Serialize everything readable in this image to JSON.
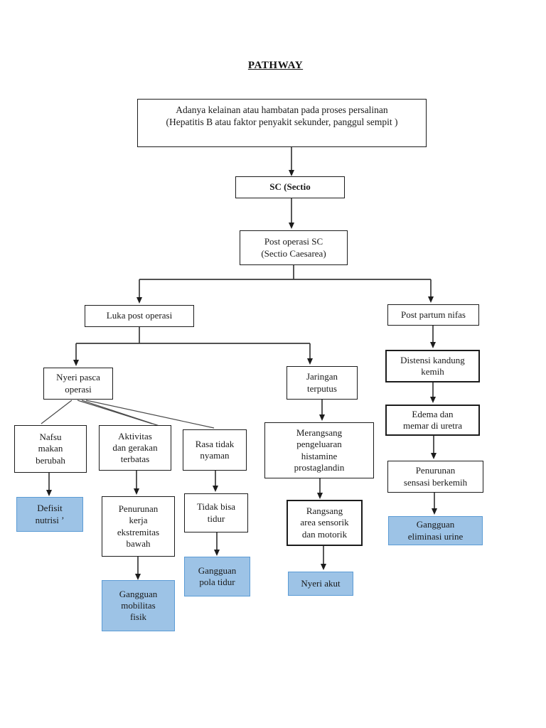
{
  "page": {
    "title": "PATHWAY"
  },
  "colors": {
    "background": "#ffffff",
    "node_border": "#1c1c1c",
    "node_fill": "#ffffff",
    "diagnosis_fill": "#9dc3e6",
    "diagnosis_border": "#5b9bd5",
    "connector": "#3a3a3a"
  },
  "nodes": [
    {
      "id": "persalinan",
      "type": "process",
      "label": "Adanya kelainan atau hambatan pada proses persalinan\n(Hepatitis B atau faktor penyakit sekunder, panggul sempit )"
    },
    {
      "id": "sc",
      "type": "process",
      "label": "SC (Sectio"
    },
    {
      "id": "post-operasi-sc",
      "type": "process",
      "label": "Post operasi SC\n(Sectio Caesarea)"
    },
    {
      "id": "luka-post-operasi",
      "type": "process",
      "label": "Luka post operasi"
    },
    {
      "id": "post-partum-nifas",
      "type": "process",
      "label": "Post partum nifas"
    },
    {
      "id": "nyeri-pasca-operasi",
      "type": "process",
      "label": "Nyeri pasca\noperasi"
    },
    {
      "id": "jaringan-terputus",
      "type": "process",
      "label": "Jaringan\nterputus"
    },
    {
      "id": "distensi-kandung",
      "type": "process",
      "label": "Distensi kandung\nkemih"
    },
    {
      "id": "nafsu-makan",
      "type": "process",
      "label": "Nafsu\nmakan\nberubah"
    },
    {
      "id": "aktivitas-terbatas",
      "type": "process",
      "label": "Aktivitas\ndan gerakan\nterbatas"
    },
    {
      "id": "rasa-tidak-nyaman",
      "type": "process",
      "label": "Rasa tidak\nnyaman"
    },
    {
      "id": "merangsang",
      "type": "process",
      "label": "Merangsang\npengeluaran\nhistamine\nprostaglandin"
    },
    {
      "id": "edema-memar",
      "type": "process",
      "label": "Edema dan\nmemar di uretra"
    },
    {
      "id": "defisit-nutrisi",
      "type": "diagnosis",
      "label": "Defisit\nnutrisi ʼ"
    },
    {
      "id": "penurunan-kerja",
      "type": "process",
      "label": "Penurunan\nkerja\nekstremitas\nbawah"
    },
    {
      "id": "tidak-bisa-tidur",
      "type": "process",
      "label": "Tidak bisa\ntidur"
    },
    {
      "id": "rangsang-sensorik",
      "type": "process",
      "label": "Rangsang\narea sensorik\ndan motorik"
    },
    {
      "id": "penurunan-sensasi",
      "type": "process",
      "label": "Penurunan\nsensasi berkemih"
    },
    {
      "id": "gangguan-pola-tidur",
      "type": "diagnosis",
      "label": "Gangguan\npola tidur"
    },
    {
      "id": "nyeri-akut",
      "type": "diagnosis",
      "label": "Nyeri akut"
    },
    {
      "id": "gangguan-mobilitas",
      "type": "diagnosis",
      "label": "Gangguan\nmobilitas\nfisik"
    },
    {
      "id": "gangguan-eliminasi",
      "type": "diagnosis",
      "label": "Gangguan\neliminasi urine"
    }
  ],
  "edges": [
    {
      "from": "persalinan",
      "to": "sc"
    },
    {
      "from": "sc",
      "to": "post-operasi-sc"
    },
    {
      "from": "post-operasi-sc",
      "to": "luka-post-operasi"
    },
    {
      "from": "post-operasi-sc",
      "to": "post-partum-nifas"
    },
    {
      "from": "luka-post-operasi",
      "to": "nyeri-pasca-operasi"
    },
    {
      "from": "luka-post-operasi",
      "to": "jaringan-terputus"
    },
    {
      "from": "nyeri-pasca-operasi",
      "to": "nafsu-makan"
    },
    {
      "from": "nyeri-pasca-operasi",
      "to": "aktivitas-terbatas"
    },
    {
      "from": "nyeri-pasca-operasi",
      "to": "rasa-tidak-nyaman"
    },
    {
      "from": "nafsu-makan",
      "to": "defisit-nutrisi"
    },
    {
      "from": "aktivitas-terbatas",
      "to": "penurunan-kerja"
    },
    {
      "from": "penurunan-kerja",
      "to": "gangguan-mobilitas"
    },
    {
      "from": "rasa-tidak-nyaman",
      "to": "tidak-bisa-tidur"
    },
    {
      "from": "tidak-bisa-tidur",
      "to": "gangguan-pola-tidur"
    },
    {
      "from": "jaringan-terputus",
      "to": "merangsang"
    },
    {
      "from": "merangsang",
      "to": "rangsang-sensorik"
    },
    {
      "from": "rangsang-sensorik",
      "to": "nyeri-akut"
    },
    {
      "from": "post-partum-nifas",
      "to": "distensi-kandung"
    },
    {
      "from": "distensi-kandung",
      "to": "edema-memar"
    },
    {
      "from": "edema-memar",
      "to": "penurunan-sensasi"
    },
    {
      "from": "penurunan-sensasi",
      "to": "gangguan-eliminasi"
    }
  ]
}
